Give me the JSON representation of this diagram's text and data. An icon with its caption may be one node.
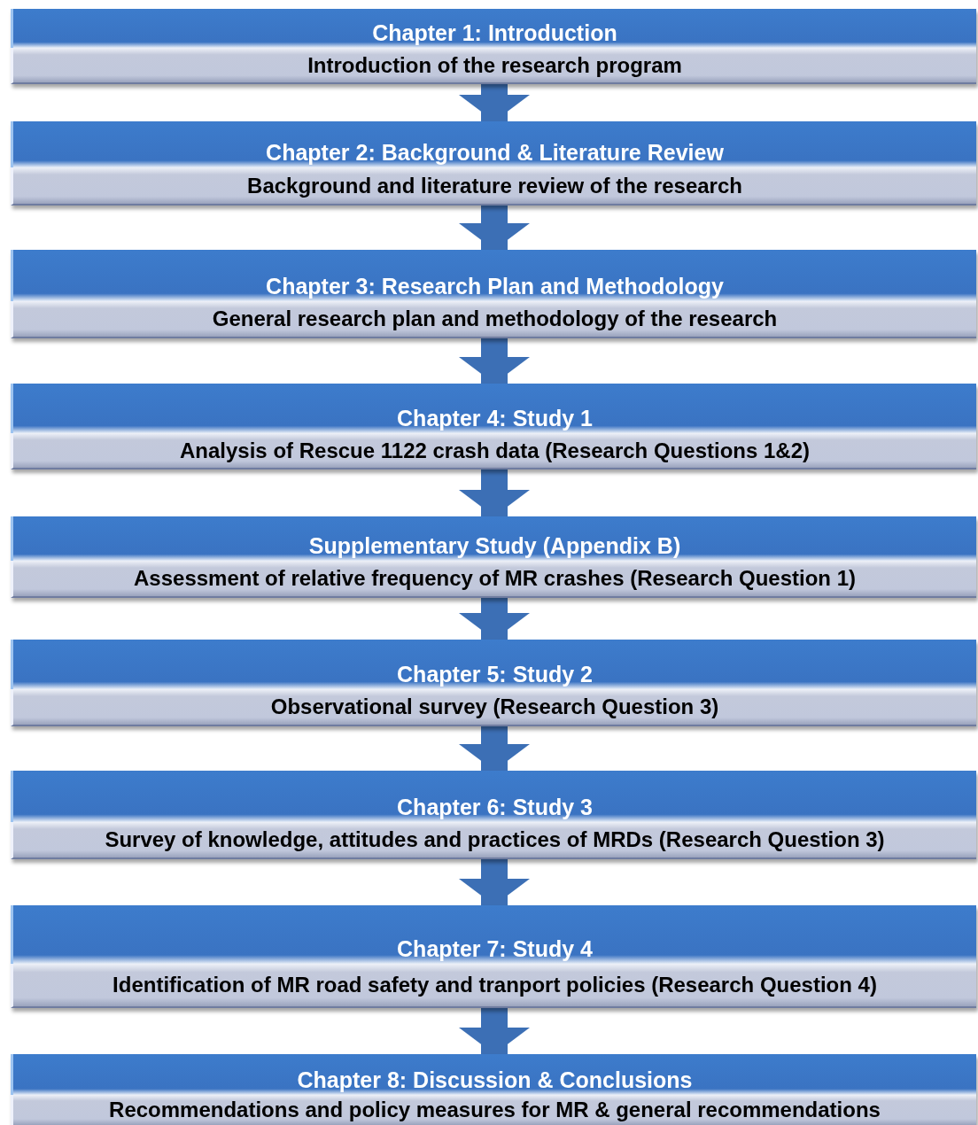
{
  "diagram": {
    "nodes": [
      {
        "text": [
          "Chapter 1: Introduction",
          "Introduction of the research program"
        ]
      },
      {
        "text": [
          "Chapter 2: Background & Literature Review",
          "Background and literature review of the research"
        ]
      },
      {
        "text": [
          "Chapter 3: Research Plan and Methodology",
          "General research plan and methodology of the research"
        ]
      },
      {
        "text": [
          "Chapter 4:  Study 1",
          "Analysis of Rescue 1122 crash data (Research Questions 1&2)"
        ]
      },
      {
        "text": [
          "Supplementary Study (Appendix B)",
          "Assessment of relative frequency of MR crashes (Research Question 1)"
        ]
      },
      {
        "text": [
          "Chapter 5:  Study 2",
          "Observational survey (Research Question 3)"
        ]
      },
      {
        "text": [
          "Chapter 6: Study 3",
          "Survey of knowledge, attitudes and practices of MRDs (Research Question 3)"
        ]
      },
      {
        "text": [
          "Chapter 7: Study 4",
          "Identification of MR road safety and tranport policies (Research Question 4)"
        ]
      },
      {
        "text": [
          "Chapter 8: Discussion & Conclusions",
          "Recommendations and policy measures for MR & general recommendations"
        ]
      }
    ],
    "edges": [
      {
        "from": 0,
        "to": 1,
        "arrow": "to"
      },
      {
        "from": 1,
        "to": 2,
        "arrow": "to"
      },
      {
        "from": 2,
        "to": 3,
        "arrow": "to"
      },
      {
        "from": 3,
        "to": 4,
        "arrow": "to"
      },
      {
        "from": 4,
        "to": 5,
        "arrow": "to"
      },
      {
        "from": 5,
        "to": 6,
        "arrow": "to"
      },
      {
        "from": 6,
        "to": 7,
        "arrow": "to"
      },
      {
        "from": 7,
        "to": 8,
        "arrow": "to"
      }
    ]
  }
}
